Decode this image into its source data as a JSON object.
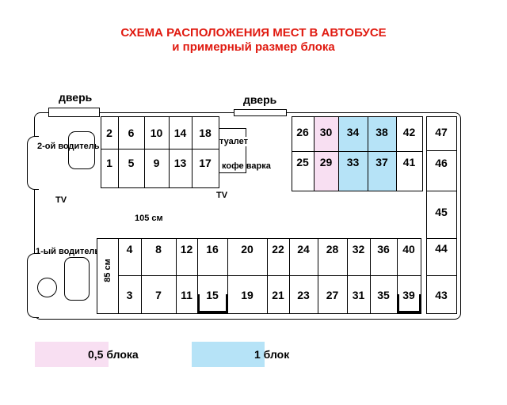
{
  "title": "СХЕМА РАСПОЛОЖЕНИЯ МЕСТ В АВТОБУСЕ",
  "subtitle": "и примерный размер блока",
  "labels": {
    "door_front": "дверь",
    "door_middle": "дверь",
    "driver_2": "2-ой водитель",
    "driver_1": "1-ый водитель",
    "tv_front": "TV",
    "tv_middle": "TV",
    "toilet": "туалет",
    "coffee": "кофе варка",
    "aisle_width": "105 см",
    "seat_pitch": "85 см"
  },
  "seats": {
    "front_top_row1": [
      "2",
      "6",
      "10",
      "14",
      "18"
    ],
    "front_top_row2": [
      "1",
      "5",
      "9",
      "13",
      "17"
    ],
    "rear_top_row1": [
      "26",
      "30",
      "34",
      "38",
      "42"
    ],
    "rear_top_row2": [
      "25",
      "29",
      "33",
      "37",
      "41"
    ],
    "back_row": [
      "47",
      "46",
      "45",
      "44",
      "43"
    ],
    "bottom_row1": [
      "4",
      "8",
      "12",
      "16",
      "20",
      "22",
      "24",
      "28",
      "32",
      "36",
      "40"
    ],
    "bottom_row2": [
      "3",
      "7",
      "11",
      "15",
      "19",
      "21",
      "23",
      "27",
      "31",
      "35",
      "39"
    ]
  },
  "legend": [
    {
      "label": "0,5 блока",
      "color": "#f8dff2"
    },
    {
      "label": "1 блок",
      "color": "#b6e3f7"
    }
  ],
  "highlight": {
    "half_block_seats": [
      "30",
      "29"
    ],
    "full_block_seats": [
      "34",
      "38",
      "33",
      "37"
    ]
  },
  "colors": {
    "title": "#e01a10",
    "half": "#f8dff2",
    "full": "#b6e3f7"
  }
}
